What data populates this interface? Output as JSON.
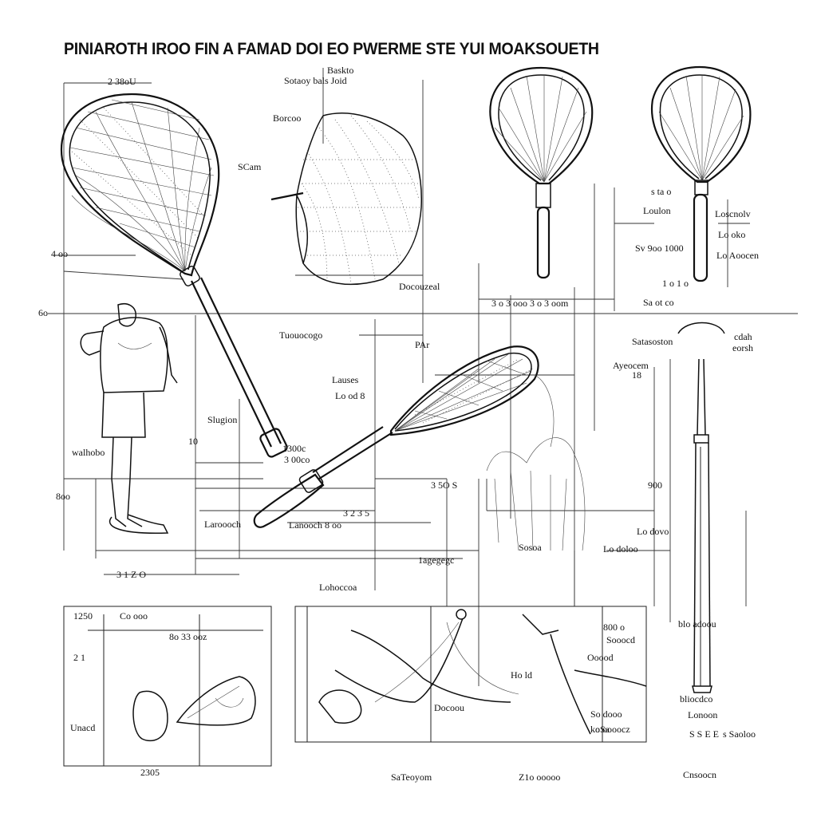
{
  "title": "PINIAROTH IROO FIN A FAMAD DOI EO PWERME STE YUI MOAKSOUETH",
  "labels": {
    "l_2380": "2 38oU",
    "l_bask": "Baskto",
    "l_bask2": "Sotaoy bals Joid",
    "l_borco": "Borcoo",
    "l_scm": "SCam",
    "l_4o": "4 oo",
    "l_ee": "6o",
    "l_docul": "Docouzeal",
    "l_tenkgo": "Tuouocogo",
    "l_lauses": "Lauses",
    "l_lauses2": "Lo od 8",
    "l_par": "PAr",
    "l_slng": "Slugion",
    "l_10": "10",
    "l_wal": "walhobo",
    "l_1300": "1300c",
    "l_3006": "3 00co",
    "l_800": "8oo",
    "l_laro": "Laroooch",
    "l_350": "3 5O S",
    "l_32s": "3 2 3 5",
    "l_labo": "Lanooch 8 oo",
    "l_tgge": "1agegegc",
    "l_3420": "3 1 Z O",
    "l_r1": "s ta o",
    "l_r2": "Loulon",
    "l_r3": "Loscnolv",
    "l_r4": "Lo oko",
    "l_r5": "Sv 9oo 1000",
    "l_r6": "1 o 1 o",
    "l_r7": "3 o 3 ooo 3 o 3 oom",
    "l_r8": "Sa ot co",
    "l_r9": "Lo Aoocen",
    "l_skt": "Satasoston",
    "l_cdhi": "cdah",
    "l_eorsh": "eorsh",
    "l_aye": "Ayeocem",
    "l_18": "18",
    "l_900": "900",
    "l_lo2": "Lo dovo",
    "l_lo3": "Lo doloo",
    "l_s1": "Sosoa",
    "l_s2": "Lohoccoa",
    "l_bsaz": "8o 33 ooz",
    "l_1250": "1250",
    "l_21": "2 1",
    "l_unc": "Unacd",
    "l_2305": "2305",
    "l_blade": "blo adoou",
    "l_blg": "bliocdco",
    "l_ton": "Lonoon",
    "l_sfs": "S S  E  E",
    "l_ssay": "SaTeoyom",
    "l_zto": "Z1o  ooooo",
    "l_cntd": "Cnsoocn",
    "l_dacoc": "Docoou",
    "l_sooo": "So dooo",
    "l_socco": "o oooocz",
    "l_thco": "Ho ld",
    "l_ovo": "Ooood",
    "l_cal": "Co ooo",
    "l_ss0": "800 o",
    "l_kota": "koSa",
    "l_sa1": "Sooocd",
    "l_sas": "s Saoloo"
  }
}
